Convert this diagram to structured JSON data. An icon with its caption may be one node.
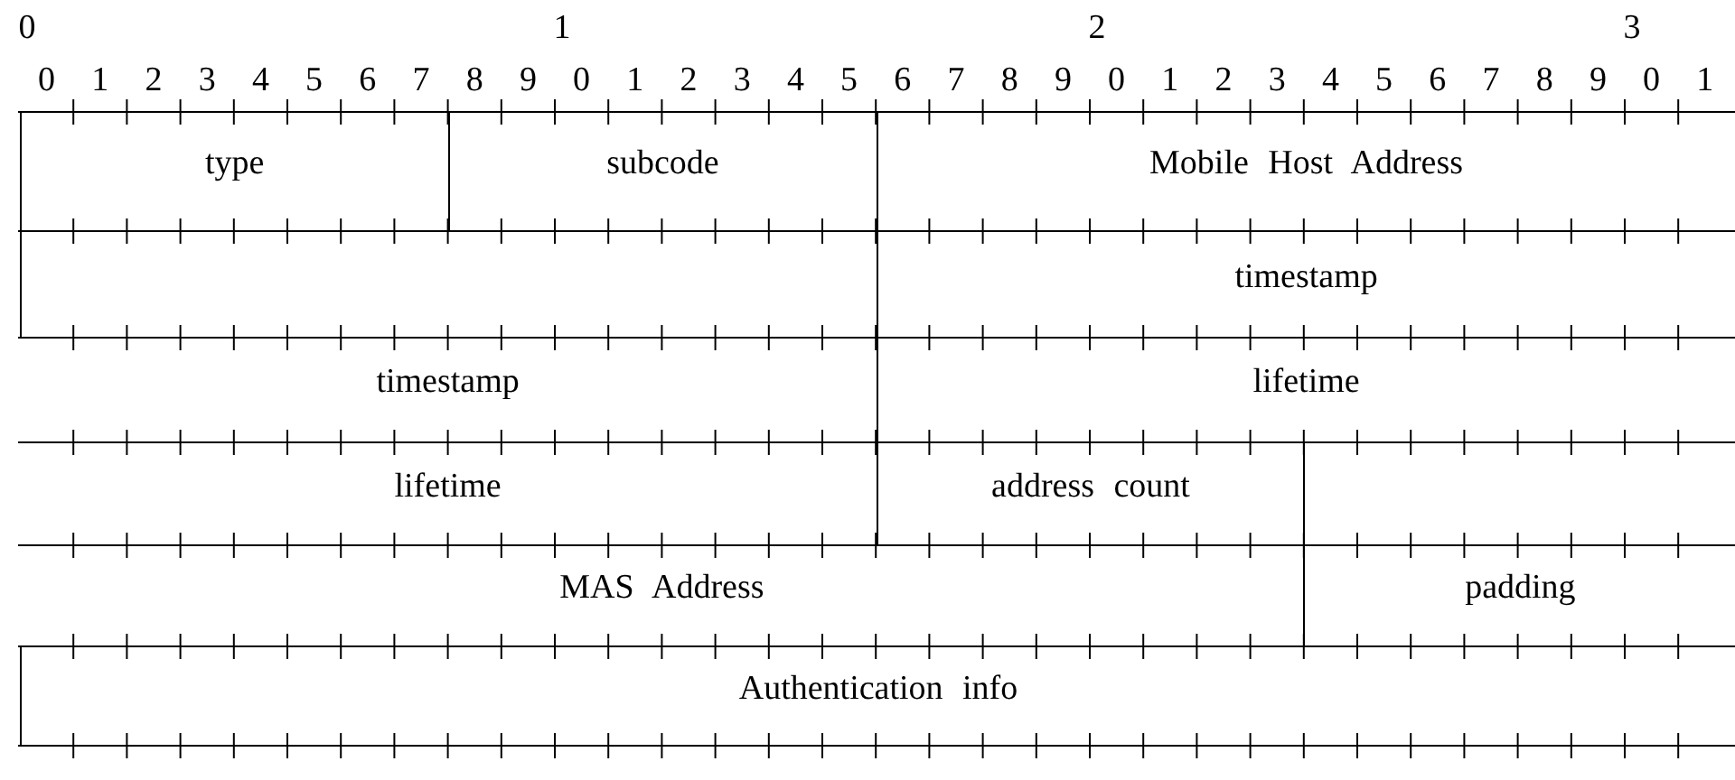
{
  "diagram": {
    "nodes": [
      {
        "text": [
          "type"
        ]
      },
      {
        "text": [
          "subcode"
        ]
      },
      {
        "text": [
          "Mobile Host Address"
        ]
      },
      {
        "text": [],
        "shape": "box"
      },
      {
        "text": [
          "timestamp"
        ]
      },
      {
        "text": [
          "timestamp"
        ]
      },
      {
        "text": [
          "lifetime"
        ]
      },
      {
        "text": [
          "lifetime"
        ]
      },
      {
        "text": [
          "address count"
        ]
      },
      {
        "text": [],
        "shape": "box"
      },
      {
        "text": [
          "MAS Address"
        ]
      },
      {
        "text": [
          "padding"
        ]
      },
      {
        "text": [
          "Authentication info"
        ]
      }
    ],
    "labels": [
      "0",
      "1",
      "2",
      "3",
      "0",
      "1",
      "2",
      "3",
      "4",
      "5",
      "6",
      "7",
      "8",
      "9",
      "0",
      "1",
      "2",
      "3",
      "4",
      "5",
      "6",
      "7",
      "8",
      "9",
      "0",
      "1",
      "2",
      "3",
      "4",
      "5",
      "6",
      "7",
      "8",
      "9",
      "0",
      "1"
    ]
  }
}
